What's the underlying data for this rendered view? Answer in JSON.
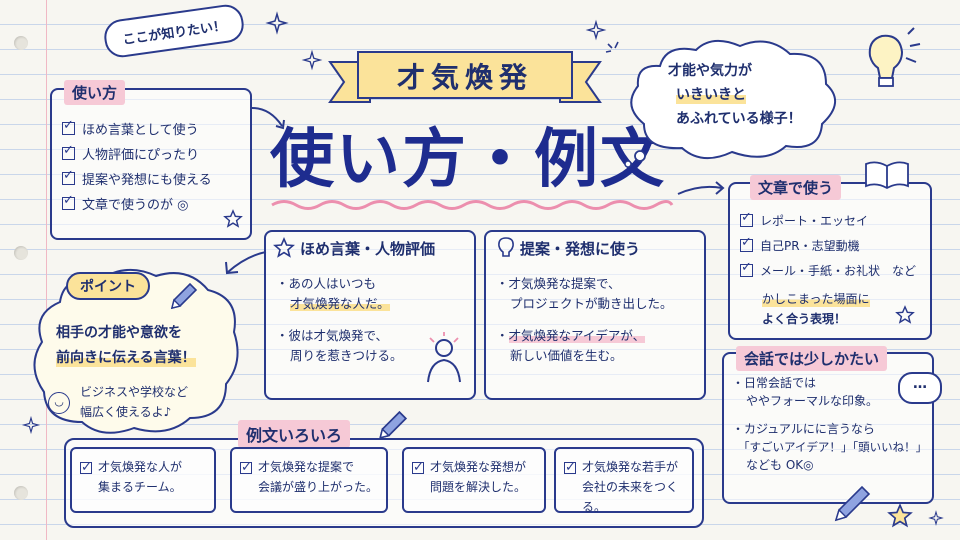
{
  "speech_top": "ここが知りたい！",
  "title_banner": "才気煥発",
  "main_title": "使い方・例文",
  "cloud_lines": [
    "才能や気力が",
    "いきいきと",
    "あふれている様子！"
  ],
  "usage": {
    "header": "使い方",
    "items": [
      "ほめ言葉として使う",
      "人物評価にぴったり",
      "提案や発想にも使える",
      "文章で使うのが ◎"
    ]
  },
  "point": {
    "header": "ポイント",
    "line1": "相手の才能や意欲を",
    "line2": "前向きに伝える言葉！",
    "sub1": "ビジネスや学校など",
    "sub2": "幅広く使えるよ♪"
  },
  "praise": {
    "header": "ほめ言葉・人物評価",
    "b1_l1": "あの人はいつも",
    "b1_l2": "才気煥発な人だ。",
    "b2_l1": "彼は才気煥発で、",
    "b2_l2": "周りを惹きつける。"
  },
  "proposal": {
    "header": "提案・発想に使う",
    "b1_l1": "才気煥発な提案で、",
    "b1_l2": "プロジェクトが動き出した。",
    "b2_l1": "才気煥発なアイデアが、",
    "b2_l2": "新しい価値を生む。"
  },
  "writing": {
    "header": "文章で使う",
    "items": [
      "レポート・エッセイ",
      "自己PR・志望動機",
      "メール・手紙・お礼状　など"
    ],
    "note1": "かしこまった場面に",
    "note2": "よく合う表現！"
  },
  "conversation": {
    "header": "会話では少しかたい",
    "b1_l1": "日常会話では",
    "b1_l2": "ややフォーマルな印象。",
    "b2_l1": "カジュアルにに言うなら",
    "b2_l2": "「すごいアイデア！」「頭いいね！」",
    "b2_l3": "なども OK◎"
  },
  "examples": {
    "header": "例文いろいろ",
    "ex1": [
      "才気煥発な人が",
      "集まるチーム。"
    ],
    "ex2": [
      "才気煥発な提案で",
      "会議が盛り上がった。"
    ],
    "ex3": [
      "才気煥発な発想が",
      "問題を解決した。"
    ],
    "ex4": [
      "才気煥発な若手が",
      "会社の未来をつくる。"
    ]
  }
}
